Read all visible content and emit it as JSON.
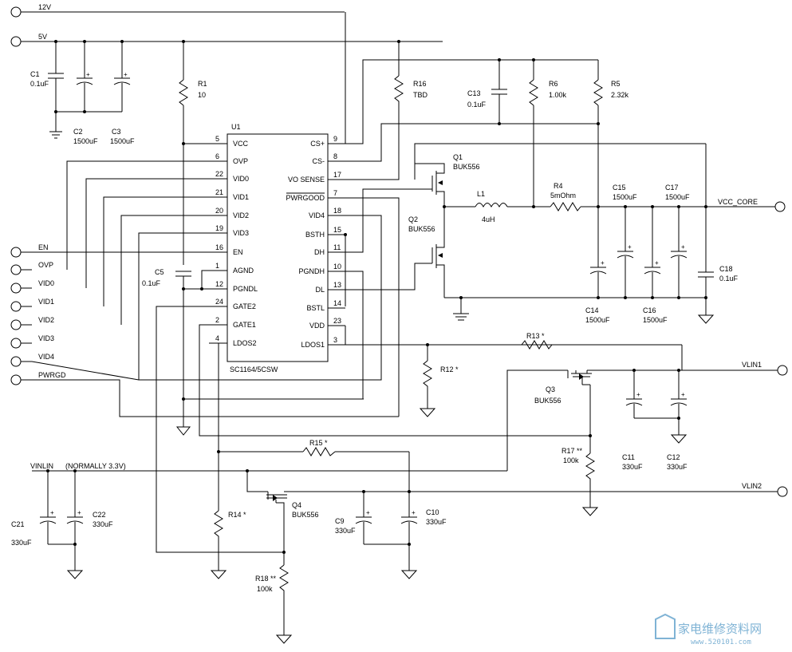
{
  "terminals": {
    "v12": "12V",
    "v5": "5V",
    "en": "EN",
    "ovp": "OVP",
    "vid0": "VID0",
    "vid1": "VID1",
    "vid2": "VID2",
    "vid3": "VID3",
    "vid4": "VID4",
    "pwrgd": "PWRGD",
    "vcc_core": "VCC_CORE",
    "vlin1": "VLIN1",
    "vlin2": "VLIN2",
    "vinlin": "VINLIN",
    "vinlin_note": "(NORMALLY 3.3V)"
  },
  "ic": {
    "ref": "U1",
    "part": "SC1164/5CSW",
    "left_pins": [
      {
        "num": "5",
        "name": "VCC"
      },
      {
        "num": "6",
        "name": "OVP"
      },
      {
        "num": "22",
        "name": "VID0"
      },
      {
        "num": "21",
        "name": "VID1"
      },
      {
        "num": "20",
        "name": "VID2"
      },
      {
        "num": "19",
        "name": "VID3"
      },
      {
        "num": "16",
        "name": "EN"
      },
      {
        "num": "1",
        "name": "AGND"
      },
      {
        "num": "12",
        "name": "PGNDL"
      },
      {
        "num": "24",
        "name": "GATE2"
      },
      {
        "num": "2",
        "name": "GATE1"
      },
      {
        "num": "4",
        "name": "LDOS2"
      }
    ],
    "right_pins": [
      {
        "num": "9",
        "name": "CS+"
      },
      {
        "num": "8",
        "name": "CS-"
      },
      {
        "num": "17",
        "name": "VO SENSE"
      },
      {
        "num": "7",
        "name": "PWRGOOD"
      },
      {
        "num": "18",
        "name": "VID4"
      },
      {
        "num": "15",
        "name": "BSTH"
      },
      {
        "num": "11",
        "name": "DH"
      },
      {
        "num": "10",
        "name": "PGNDH"
      },
      {
        "num": "13",
        "name": "DL"
      },
      {
        "num": "14",
        "name": "BSTL"
      },
      {
        "num": "23",
        "name": "VDD"
      },
      {
        "num": "3",
        "name": "LDOS1"
      }
    ]
  },
  "components": {
    "C1": {
      "ref": "C1",
      "value": "0.1uF"
    },
    "C2": {
      "ref": "C2",
      "value": "1500uF"
    },
    "C3": {
      "ref": "C3",
      "value": "1500uF"
    },
    "R1": {
      "ref": "R1",
      "value": "10"
    },
    "R16": {
      "ref": "R16",
      "value": "TBD"
    },
    "C13": {
      "ref": "C13",
      "value": "0.1uF"
    },
    "R6": {
      "ref": "R6",
      "value": "1.00k"
    },
    "R5": {
      "ref": "R5",
      "value": "2.32k"
    },
    "Q1": {
      "ref": "Q1",
      "value": "BUK556"
    },
    "Q2": {
      "ref": "Q2",
      "value": "BUK556"
    },
    "L1": {
      "ref": "L1",
      "value": "4uH"
    },
    "R4": {
      "ref": "R4",
      "value": "5mOhm"
    },
    "C15": {
      "ref": "C15",
      "value": "1500uF"
    },
    "C17": {
      "ref": "C17",
      "value": "1500uF"
    },
    "C18": {
      "ref": "C18",
      "value": "0.1uF"
    },
    "C14": {
      "ref": "C14",
      "value": "1500uF"
    },
    "C16": {
      "ref": "C16",
      "value": "1500uF"
    },
    "C5": {
      "ref": "C5",
      "value": "0.1uF"
    },
    "R13": {
      "ref": "R13 *",
      "value": ""
    },
    "R12": {
      "ref": "R12 *",
      "value": ""
    },
    "Q3": {
      "ref": "Q3",
      "value": "BUK556"
    },
    "R17": {
      "ref": "R17 **",
      "value": "100k"
    },
    "C11": {
      "ref": "C11",
      "value": "330uF"
    },
    "C12": {
      "ref": "C12",
      "value": "330uF"
    },
    "R15": {
      "ref": "R15 *",
      "value": ""
    },
    "Q4": {
      "ref": "Q4",
      "value": "BUK556"
    },
    "R14": {
      "ref": "R14 *",
      "value": ""
    },
    "C9": {
      "ref": "C9",
      "value": "330uF"
    },
    "C10": {
      "ref": "C10",
      "value": "330uF"
    },
    "C21": {
      "ref": "C21",
      "value": "330uF"
    },
    "C22": {
      "ref": "C22",
      "value": "330uF"
    },
    "R18": {
      "ref": "R18 **",
      "value": "100k"
    }
  },
  "watermark": {
    "text": "家电维修资料网",
    "url": "www.520101.com"
  },
  "colors": {
    "wire": "#000000",
    "watermark": "#7fb3d5"
  }
}
